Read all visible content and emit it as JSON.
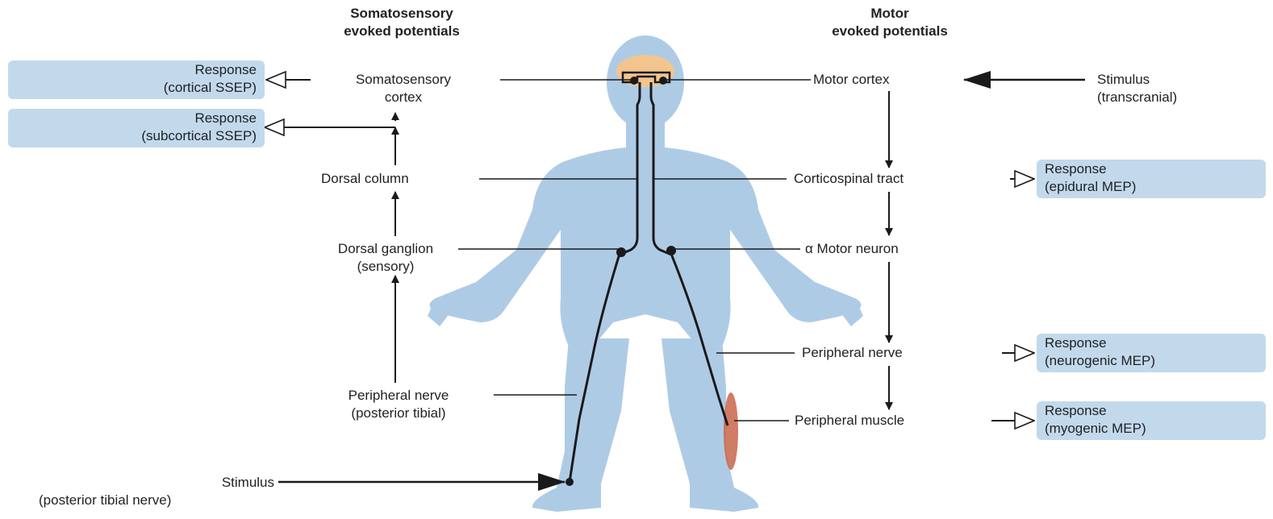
{
  "headers": {
    "left": [
      "Somatosensory",
      "evoked potentials"
    ],
    "right": [
      "Motor",
      "evoked potentials"
    ]
  },
  "left_labels": {
    "ss_cortex": [
      "Somatosensory",
      "cortex"
    ],
    "dorsal_column": "Dorsal column",
    "dorsal_ganglion": [
      "Dorsal ganglion",
      "(sensory)"
    ],
    "peripheral_nerve": [
      "Peripheral nerve",
      "(posterior tibial)"
    ],
    "stimulus": [
      "Stimulus",
      "(posterior tibial nerve)"
    ]
  },
  "right_labels": {
    "motor_cortex": "Motor cortex",
    "stimulus": [
      "Stimulus",
      "(transcranial)"
    ],
    "corticospinal": "Corticospinal tract",
    "motor_neuron": "α Motor neuron",
    "peripheral_nerve": "Peripheral nerve",
    "peripheral_muscle": "Peripheral muscle"
  },
  "response_boxes": {
    "cortical": [
      "Response",
      "(cortical SSEP)"
    ],
    "subcortical": [
      "Response",
      "(subcortical SSEP)"
    ],
    "epidural": [
      "Response",
      "(epidural MEP)"
    ],
    "neurogenic": [
      "Response",
      "(neurogenic MEP)"
    ],
    "myogenic": [
      "Response",
      "(myogenic MEP)"
    ]
  },
  "colors": {
    "body": "#aecbe6",
    "brain": "#f3c48e",
    "muscle": "#c9654a",
    "box": "#c2d9ec",
    "line": "#1a1a1a"
  }
}
